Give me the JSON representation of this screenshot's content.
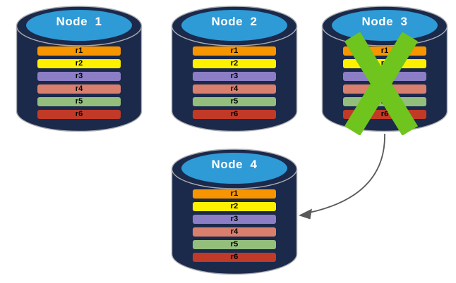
{
  "diagram": {
    "background": "#FFFFFF",
    "colors": {
      "cylinder_body": "#1B294B",
      "cylinder_top": "#2E9AD6",
      "cylinder_outline": "#A9ACB0",
      "x_mark": "#6FC41D",
      "arrow": "#595959",
      "node_label_text": "#FFFFFF",
      "record_text": "#000000"
    },
    "nodes": [
      {
        "id": "node-1",
        "label": "Node  1",
        "failed": false
      },
      {
        "id": "node-2",
        "label": "Node  2",
        "failed": false
      },
      {
        "id": "node-3",
        "label": "Node  3",
        "failed": true
      },
      {
        "id": "node-4",
        "label": "Node  4",
        "failed": false
      }
    ],
    "records": [
      {
        "label": "r1",
        "color": "#F79500"
      },
      {
        "label": "r2",
        "color": "#FDF000"
      },
      {
        "label": "r3",
        "color": "#8B7EC4"
      },
      {
        "label": "r4",
        "color": "#D97F6E"
      },
      {
        "label": "r5",
        "color": "#93BE7C"
      },
      {
        "label": "r6",
        "color": "#C13A28"
      }
    ]
  }
}
